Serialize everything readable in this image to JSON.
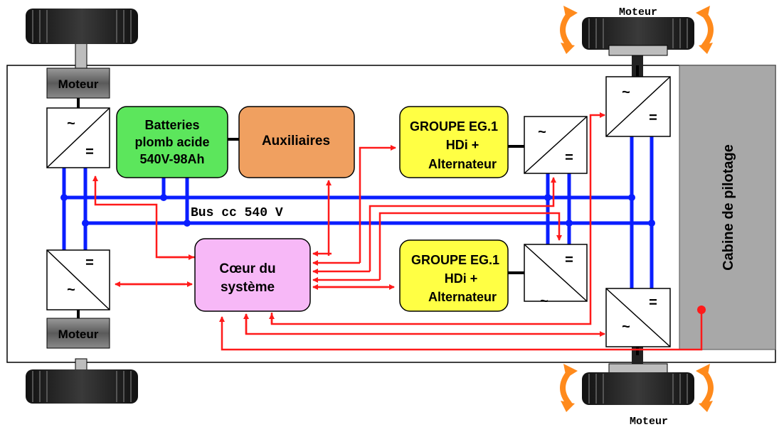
{
  "labels": {
    "motor_tl": "Moteur",
    "motor_bl": "Moteur",
    "motor_tr": "Moteur",
    "motor_br": "Moteur",
    "batteries_line1": "Batteries",
    "batteries_line2": "plomb acide",
    "batteries_line3": "540V-98Ah",
    "auxiliaires": "Auxiliaires",
    "groupe_top_line1": "GROUPE EG.1",
    "groupe_top_line2": "HDi +",
    "groupe_top_line3": "Alternateur",
    "groupe_bot_line1": "GROUPE EG.1",
    "groupe_bot_line2": "HDi +",
    "groupe_bot_line3": "Alternateur",
    "coeur_line1": "Cœur du",
    "coeur_line2": "système",
    "bus": "Bus cc 540 V",
    "cabine": "Cabine de pilotage",
    "ac_symbol": "~",
    "dc_symbol": "="
  },
  "colors": {
    "bus": "#0a1eff",
    "signal": "#ff1a1a",
    "batteries": "#5ce65c",
    "auxiliaires": "#f0a060",
    "groupe": "#ffff44",
    "coeur": "#f7b8f7",
    "cabine": "#a8a8a8",
    "rotation_arrow": "#ff8a1c"
  }
}
